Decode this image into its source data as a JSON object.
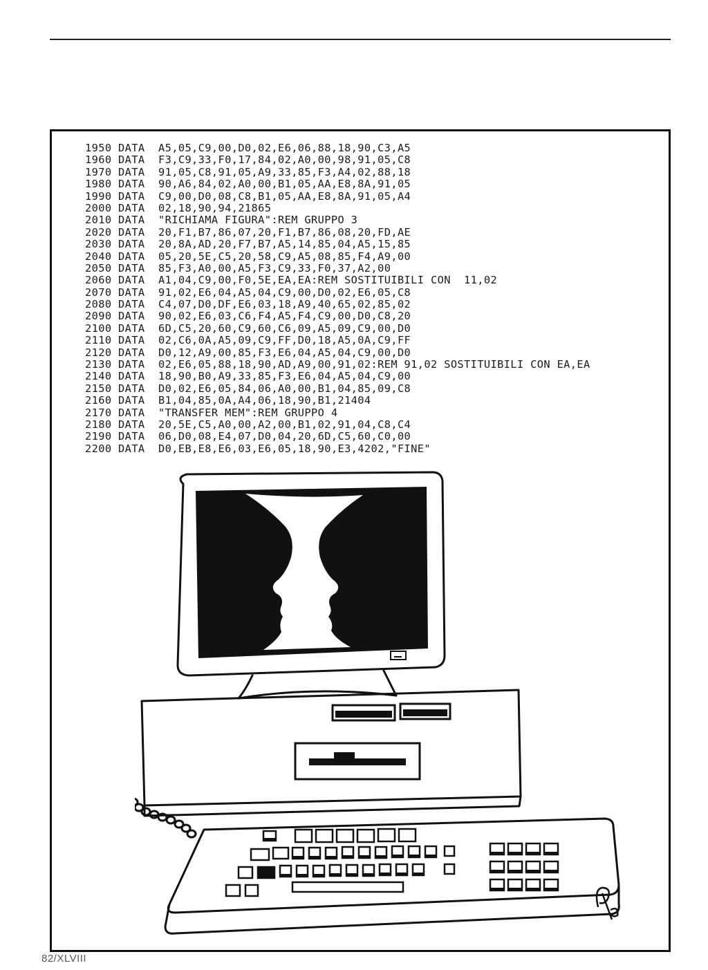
{
  "page": {
    "folio": "82/XLVIII"
  },
  "listing": [
    {
      "line": "1950",
      "keyword": "DATA",
      "text": "A5,05,C9,00,D0,02,E6,06,88,18,90,C3,A5"
    },
    {
      "line": "1960",
      "keyword": "DATA",
      "text": "F3,C9,33,F0,17,84,02,A0,00,98,91,05,C8"
    },
    {
      "line": "1970",
      "keyword": "DATA",
      "text": "91,05,C8,91,05,A9,33,85,F3,A4,02,88,18"
    },
    {
      "line": "1980",
      "keyword": "DATA",
      "text": "90,A6,84,02,A0,00,B1,05,AA,E8,8A,91,05"
    },
    {
      "line": "1990",
      "keyword": "DATA",
      "text": "C9,00,D0,08,C8,B1,05,AA,E8,8A,91,05,A4"
    },
    {
      "line": "2000",
      "keyword": "DATA",
      "text": "02,18,90,94,21865"
    },
    {
      "line": "2010",
      "keyword": "DATA",
      "text": "\"RICHIAMA FIGURA\":REM GRUPPO 3"
    },
    {
      "line": "2020",
      "keyword": "DATA",
      "text": "20,F1,B7,86,07,20,F1,B7,86,08,20,FD,AE"
    },
    {
      "line": "2030",
      "keyword": "DATA",
      "text": "20,8A,AD,20,F7,B7,A5,14,85,04,A5,15,85"
    },
    {
      "line": "2040",
      "keyword": "DATA",
      "text": "05,20,5E,C5,20,58,C9,A5,08,85,F4,A9,00"
    },
    {
      "line": "2050",
      "keyword": "DATA",
      "text": "85,F3,A0,00,A5,F3,C9,33,F0,37,A2,00"
    },
    {
      "line": "2060",
      "keyword": "DATA",
      "text": "A1,04,C9,00,F0,5E,EA,EA:REM SOSTITUIBILI CON  11,02"
    },
    {
      "line": "2070",
      "keyword": "DATA",
      "text": "91,02,E6,04,A5,04,C9,00,D0,02,E6,05,C8"
    },
    {
      "line": "2080",
      "keyword": "DATA",
      "text": "C4,07,D0,DF,E6,03,18,A9,40,65,02,85,02"
    },
    {
      "line": "2090",
      "keyword": "DATA",
      "text": "90,02,E6,03,C6,F4,A5,F4,C9,00,D0,C8,20"
    },
    {
      "line": "2100",
      "keyword": "DATA",
      "text": "6D,C5,20,60,C9,60,C6,09,A5,09,C9,00,D0"
    },
    {
      "line": "2110",
      "keyword": "DATA",
      "text": "02,C6,0A,A5,09,C9,FF,D0,18,A5,0A,C9,FF"
    },
    {
      "line": "2120",
      "keyword": "DATA",
      "text": "D0,12,A9,00,85,F3,E6,04,A5,04,C9,00,D0"
    },
    {
      "line": "2130",
      "keyword": "DATA",
      "text": "02,E6,05,88,18,90,AD,A9,00,91,02:REM 91,02 SOSTITUIBILI CON EA,EA"
    },
    {
      "line": "2140",
      "keyword": "DATA",
      "text": "18,90,B0,A9,33,85,F3,E6,04,A5,04,C9,00"
    },
    {
      "line": "2150",
      "keyword": "DATA",
      "text": "D0,02,E6,05,84,06,A0,00,B1,04,85,09,C8"
    },
    {
      "line": "2160",
      "keyword": "DATA",
      "text": "B1,04,85,0A,A4,06,18,90,B1,21404"
    },
    {
      "line": "2170",
      "keyword": "DATA",
      "text": "\"TRANSFER MEM\":REM GRUPPO 4"
    },
    {
      "line": "2180",
      "keyword": "DATA",
      "text": "20,5E,C5,A0,00,A2,00,B1,02,91,04,C8,C4"
    },
    {
      "line": "2190",
      "keyword": "DATA",
      "text": "06,D0,08,E4,07,D0,04,20,6D,C5,60,C0,00"
    },
    {
      "line": "2200",
      "keyword": "DATA",
      "text": "D0,EB,E8,E6,03,E6,05,18,90,E3,4202,\"FINE\""
    }
  ],
  "illustration": {
    "subject": "computer-with-face-vase-illusion",
    "ink": "#111111",
    "paper": "#ffffff"
  }
}
